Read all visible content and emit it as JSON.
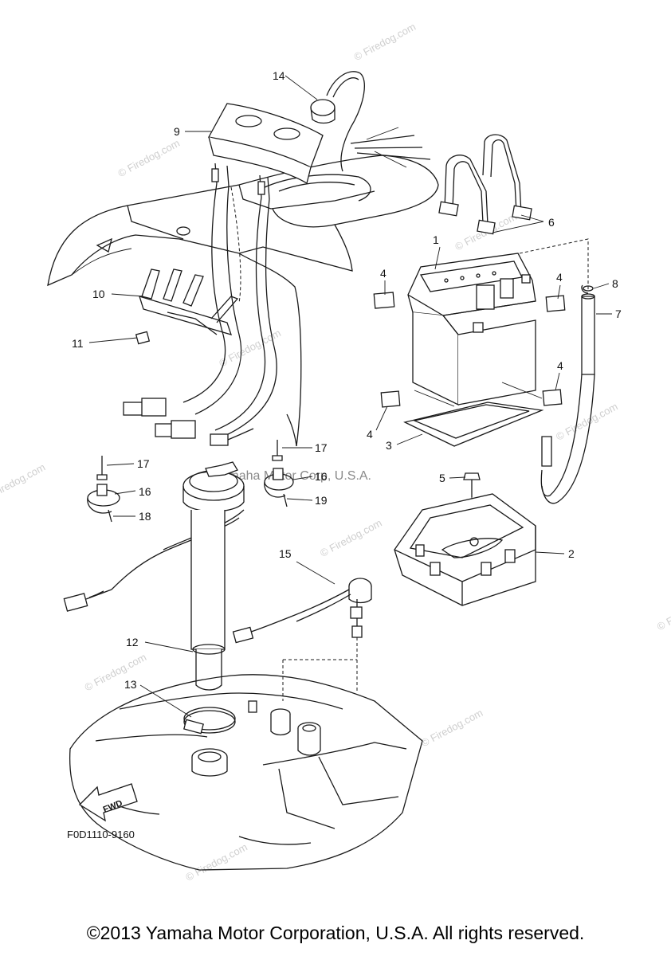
{
  "callouts": [
    {
      "id": "1",
      "label": "1"
    },
    {
      "id": "2",
      "label": "2"
    },
    {
      "id": "3",
      "label": "3"
    },
    {
      "id": "4a",
      "label": "4"
    },
    {
      "id": "4b",
      "label": "4"
    },
    {
      "id": "4c",
      "label": "4"
    },
    {
      "id": "4d",
      "label": "4"
    },
    {
      "id": "5",
      "label": "5"
    },
    {
      "id": "6",
      "label": "6"
    },
    {
      "id": "7",
      "label": "7"
    },
    {
      "id": "8",
      "label": "8"
    },
    {
      "id": "9",
      "label": "9"
    },
    {
      "id": "10",
      "label": "10"
    },
    {
      "id": "11",
      "label": "11"
    },
    {
      "id": "12",
      "label": "12"
    },
    {
      "id": "13",
      "label": "13"
    },
    {
      "id": "14",
      "label": "14"
    },
    {
      "id": "15",
      "label": "15"
    },
    {
      "id": "16a",
      "label": "16"
    },
    {
      "id": "16b",
      "label": "16"
    },
    {
      "id": "17a",
      "label": "17"
    },
    {
      "id": "17b",
      "label": "17"
    },
    {
      "id": "18",
      "label": "18"
    },
    {
      "id": "19",
      "label": "19"
    }
  ],
  "diagram_code": "F0D1110-9160",
  "fwd_label": "FWD",
  "watermark_text": "© Firedog.com",
  "watermark_center": "Yamaha Motor Corp, U.S.A.",
  "copyright": "©2013 Yamaha Motor Corporation, U.S.A. All rights reserved."
}
